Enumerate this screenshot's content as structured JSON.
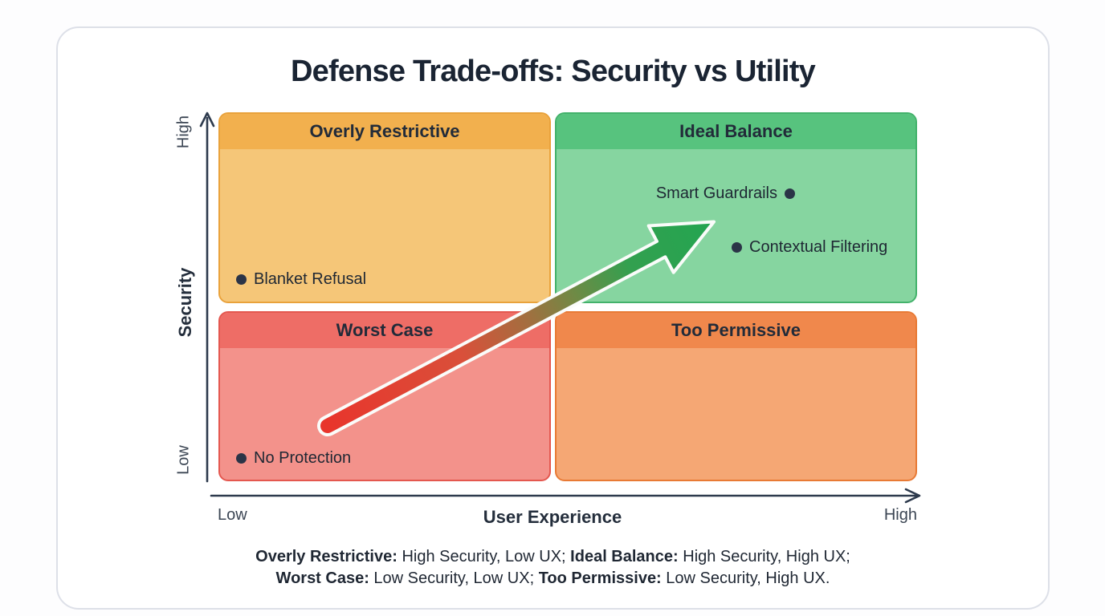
{
  "title": "Defense Trade-offs: Security vs Utility",
  "y_axis": {
    "label": "Security",
    "top_tick": "High",
    "bottom_tick": "Low"
  },
  "x_axis": {
    "label": "User Experience",
    "left_tick": "Low",
    "right_tick": "High"
  },
  "quadrants": [
    {
      "id": "overly-restrictive",
      "title": "Overly Restrictive",
      "position": "top-left",
      "colors": {
        "border": "#e9a23b",
        "header": "#f2b04e",
        "body": "#f5c678"
      },
      "points": [
        {
          "label": "Blanket Refusal"
        }
      ]
    },
    {
      "id": "ideal-balance",
      "title": "Ideal Balance",
      "position": "top-right",
      "colors": {
        "border": "#43b26b",
        "header": "#57c37e",
        "body": "#86d5a0"
      },
      "points": [
        {
          "label": "Smart Guardrails"
        },
        {
          "label": "Contextual Filtering"
        }
      ]
    },
    {
      "id": "worst-case",
      "title": "Worst Case",
      "position": "bottom-left",
      "colors": {
        "border": "#e4574f",
        "header": "#ee6d66",
        "body": "#f3928b"
      },
      "points": [
        {
          "label": "No Protection"
        }
      ]
    },
    {
      "id": "too-permissive",
      "title": "Too Permissive",
      "position": "bottom-right",
      "colors": {
        "border": "#e87a35",
        "header": "#f0884c",
        "body": "#f5a774"
      },
      "points": []
    }
  ],
  "arrow": {
    "description": "gradient arrow from Worst Case toward Ideal Balance",
    "gradient_start": "#e8352c",
    "gradient_end": "#23a551",
    "outline": "#fafcfa"
  },
  "caption": {
    "line1": [
      {
        "text": "Overly Restrictive:"
      },
      {
        "text": " High Security, Low UX; "
      },
      {
        "text": "Ideal Balance:"
      },
      {
        "text": " High Security, High UX;"
      }
    ],
    "line2": [
      {
        "text": "Worst Case:"
      },
      {
        "text": " Low Security, Low UX; "
      },
      {
        "text": "Too Permissive:"
      },
      {
        "text": " Low Security, High UX."
      }
    ]
  },
  "colors": {
    "axis": "#2d3a4d",
    "title_text": "#1a2433",
    "dot": "#2b3447",
    "card_border": "#dde0e8"
  }
}
